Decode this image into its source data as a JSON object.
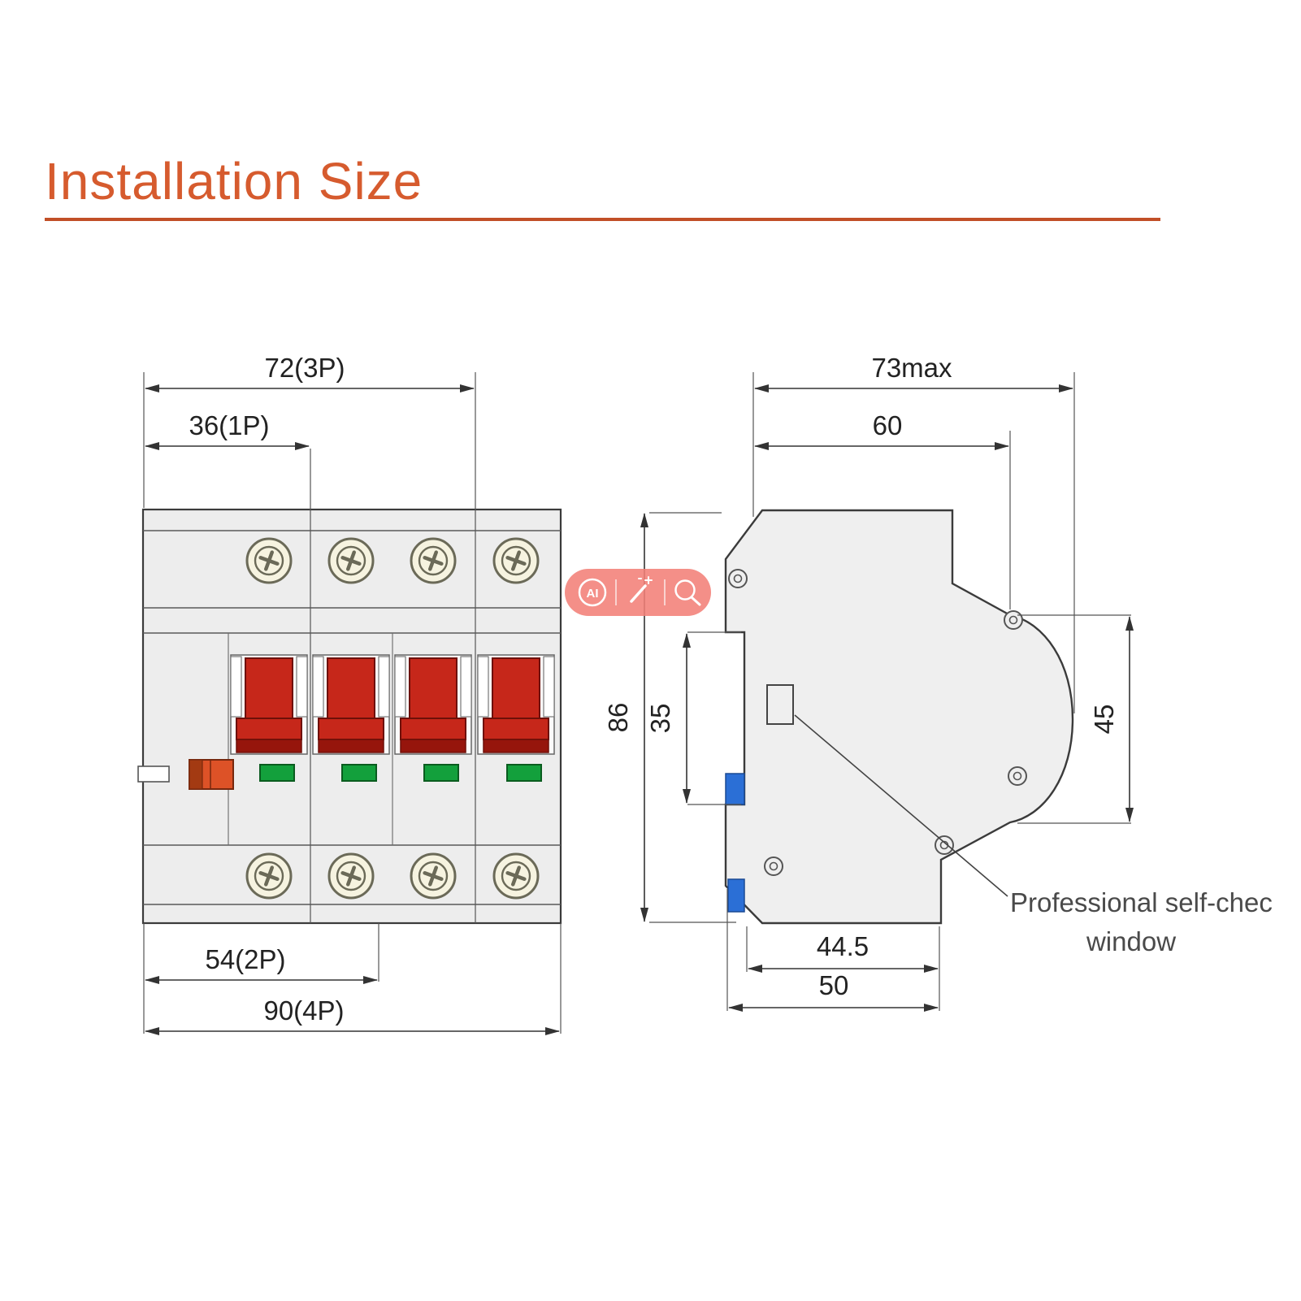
{
  "title": "Installation Size",
  "front_view": {
    "dim_72": "72(3P)",
    "dim_36": "36(1P)",
    "dim_54": "54(2P)",
    "dim_90": "90(4P)"
  },
  "side_view": {
    "dim_73max": "73max",
    "dim_60": "60",
    "dim_86": "86",
    "dim_35": "35",
    "dim_45": "45",
    "dim_44_5": "44.5",
    "dim_50": "50",
    "note_line1": "Professional self-chec",
    "note_line2": "window"
  },
  "watermark": {
    "ai": "AI"
  },
  "colors": {
    "accent": "#D65B2E",
    "underline": "#C14F27",
    "handle_red": "#C6271A",
    "indicator_green": "#13A03C",
    "clip_blue": "#2B6FD6",
    "watermark_pink": "#F28078"
  }
}
